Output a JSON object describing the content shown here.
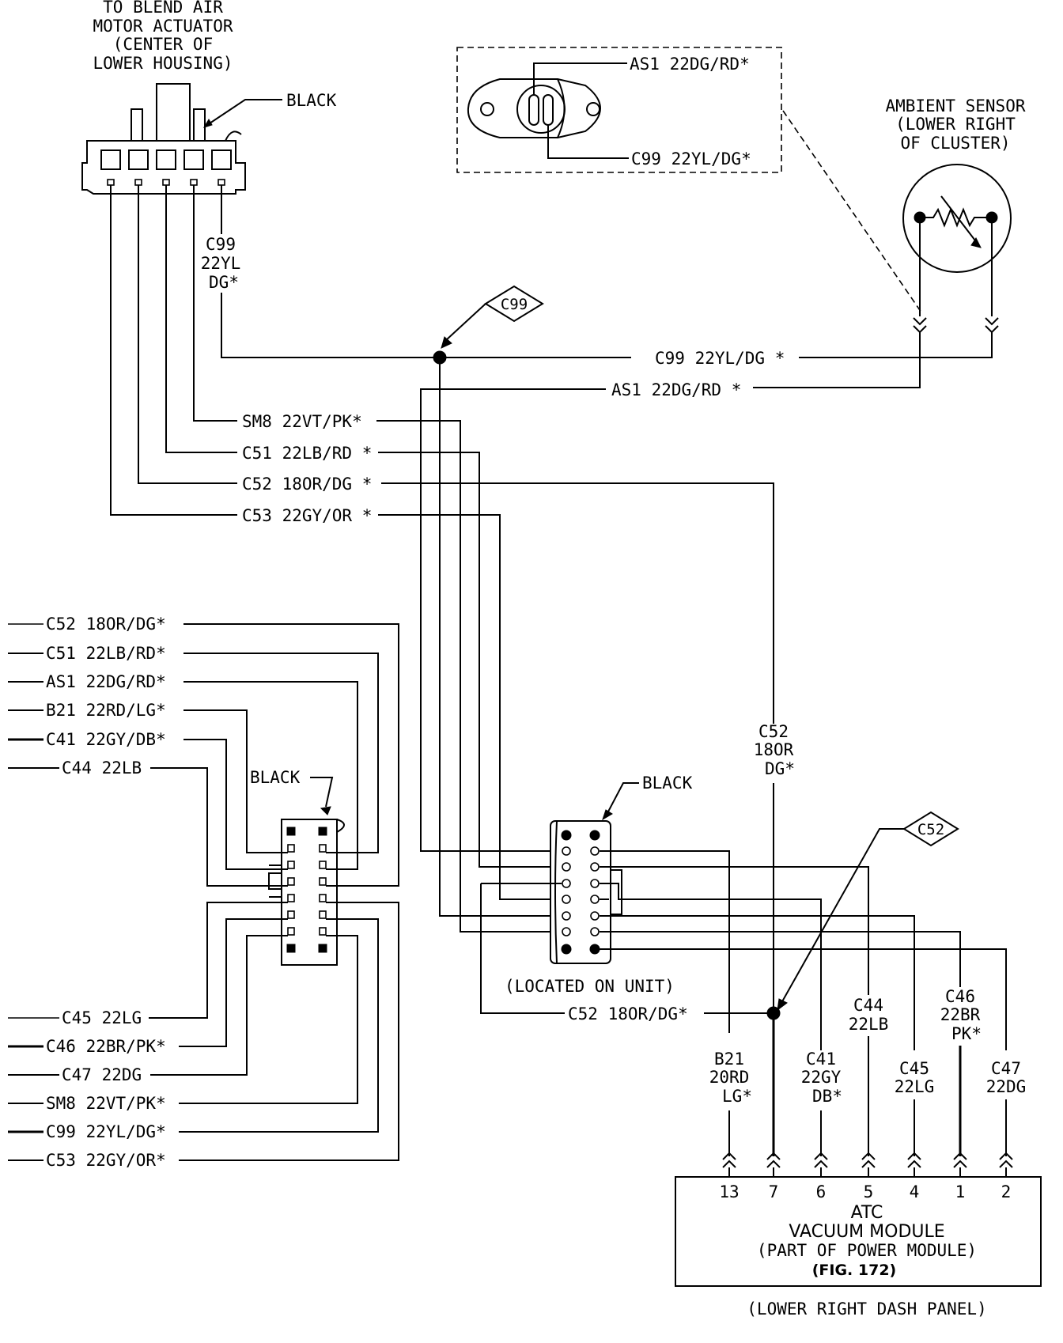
{
  "blend_air": {
    "title_lines": [
      "TO BLEND AIR",
      "MOTOR ACTUATOR",
      "(CENTER OF",
      "LOWER HOUSING)"
    ],
    "connector_color": "BLACK",
    "wire_c99_lines": [
      "C99",
      "22YL",
      "DG*"
    ]
  },
  "sensor_detail": {
    "as1_label": "AS1 22DG/RD*",
    "c99_label": "C99 22YL/DG*"
  },
  "ambient_sensor": {
    "title_lines": [
      "AMBIENT SENSOR",
      "(LOWER RIGHT",
      "OF CLUSTER)"
    ]
  },
  "splices": {
    "c99": "C99",
    "c52": "C52"
  },
  "harness_wires": {
    "c99": "C99 22YL/DG *",
    "as1": "AS1 22DG/RD *",
    "sm8": "SM8 22VT/PK*",
    "c51": "C51 22LB/RD *",
    "c52": "C52 18OR/DG *",
    "c53": "C53 22GY/OR *"
  },
  "left_connector": {
    "color": "BLACK",
    "top_wires": [
      "C52 18OR/DG*",
      "C51 22LB/RD*",
      "AS1 22DG/RD*",
      "B21 22RD/LG*",
      "C41 22GY/DB*",
      "C44 22LB"
    ],
    "bottom_wires": [
      "C45 22LG",
      "C46 22BR/PK*",
      "C47 22DG",
      "SM8 22VT/PK*",
      "C99 22YL/DG*",
      "C53 22GY/OR*"
    ]
  },
  "unit_connector": {
    "color": "BLACK",
    "location": "(LOCATED ON UNIT)",
    "c52_vertical_lines": [
      "C52",
      "18OR",
      "DG*"
    ],
    "c52_bottom": "C52 18OR/DG*"
  },
  "module_wires": [
    {
      "lines": [
        "B21",
        "20RD",
        "LG*"
      ]
    },
    {
      "lines": [
        "C41",
        "22GY",
        "DB*"
      ]
    },
    {
      "lines": [
        "C44",
        "22LB"
      ]
    },
    {
      "lines": [
        "C45",
        "22LG"
      ]
    },
    {
      "lines": [
        "C46",
        "22BR",
        "PK*"
      ]
    },
    {
      "lines": [
        "C47",
        "22DG"
      ]
    }
  ],
  "module_pins": [
    "13",
    "7",
    "6",
    "5",
    "4",
    "1",
    "2"
  ],
  "atc_module": {
    "line1": "ATC",
    "line2": "VACUUM MODULE",
    "line3": "(PART OF POWER MODULE)",
    "fig": "(FIG. 172)",
    "location": "(LOWER RIGHT DASH PANEL)"
  }
}
